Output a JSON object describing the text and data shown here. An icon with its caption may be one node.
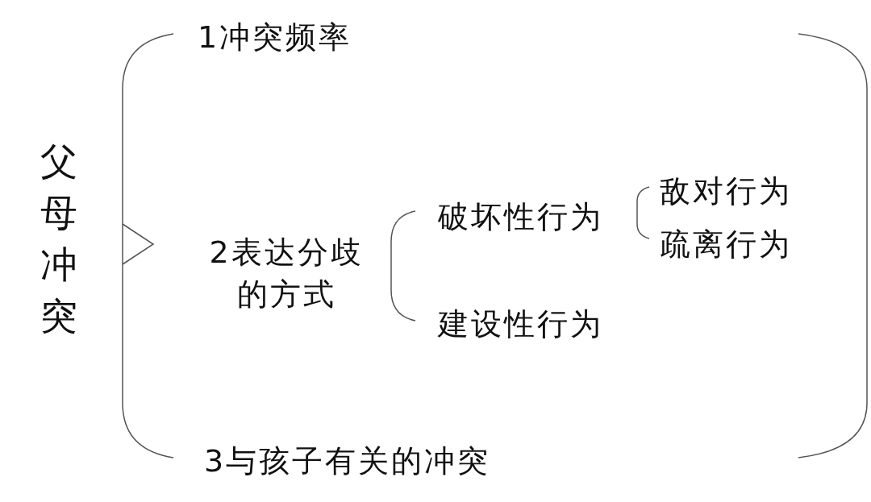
{
  "diagram": {
    "nodes": [
      {
        "text": [
          "父母冲突"
        ]
      },
      {
        "text": [
          "1冲突频率"
        ]
      },
      {
        "text": [
          "2表达分歧的方式"
        ]
      },
      {
        "text": [
          "破坏性行为"
        ]
      },
      {
        "text": [
          "敌对行为"
        ]
      },
      {
        "text": [
          "疏离行为"
        ]
      },
      {
        "text": [
          "建设性行为"
        ]
      },
      {
        "text": [
          "3与孩子有关的冲突"
        ]
      }
    ]
  }
}
